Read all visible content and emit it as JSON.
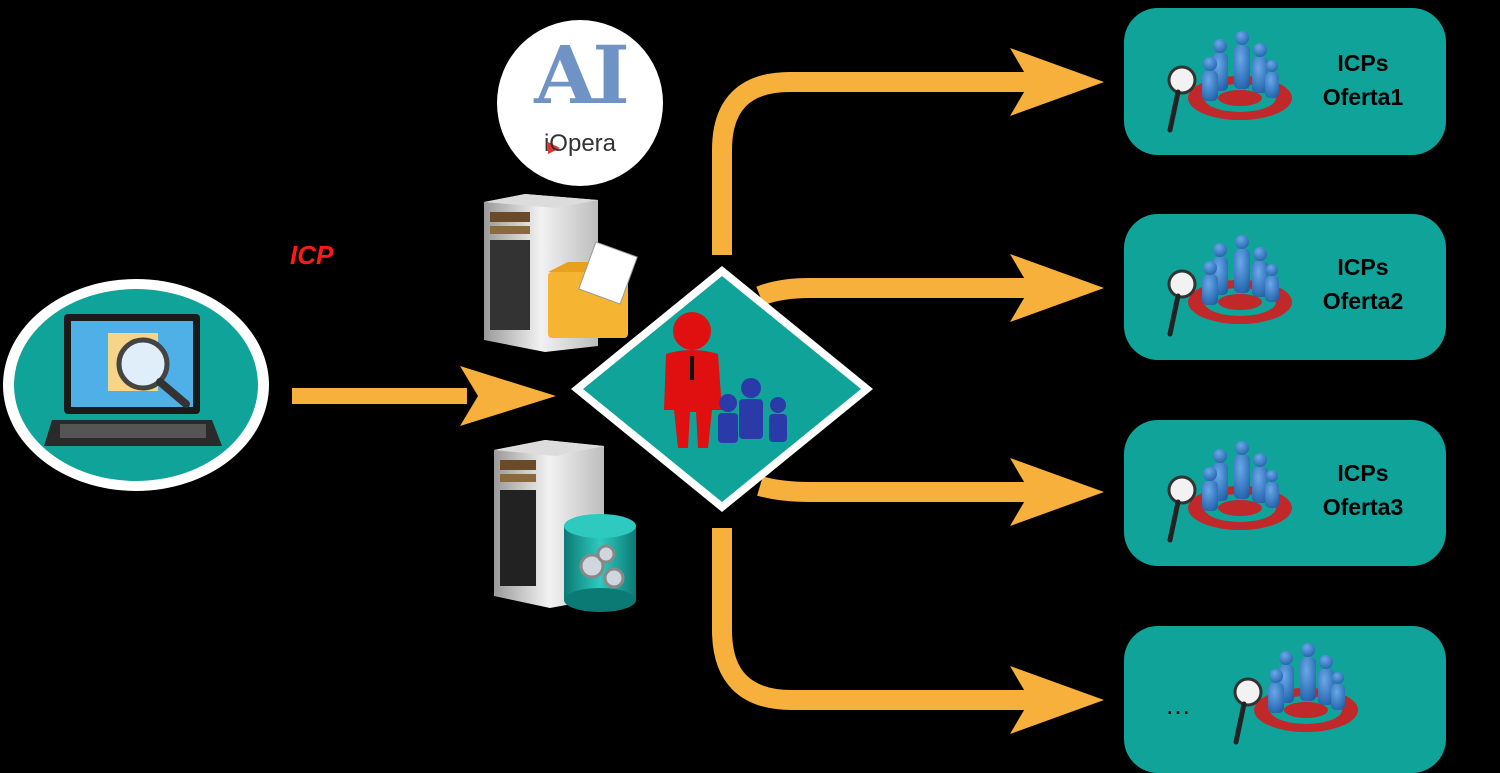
{
  "input": {
    "label": "ICP"
  },
  "logo": {
    "main": "AI",
    "sub": "iOpera"
  },
  "outputs": [
    {
      "line1": "ICPs",
      "line2": "Oferta1"
    },
    {
      "line1": "ICPs",
      "line2": "Oferta2"
    },
    {
      "line1": "ICPs",
      "line2": "Oferta3"
    },
    {
      "line1": "…",
      "line2": ""
    }
  ],
  "colors": {
    "background": "#000000",
    "teal": "#0fa39a",
    "arrow": "#f8b03c",
    "person": "#e01010",
    "people": "#2a3aa8",
    "icp_label": "#ff1a1a"
  },
  "icons": [
    "laptop-search-icon",
    "ai-iopera-logo",
    "server-folder-icon",
    "server-database-gears-icon",
    "manager-team-icon",
    "target-audience-icon",
    "magnifier-icon"
  ]
}
